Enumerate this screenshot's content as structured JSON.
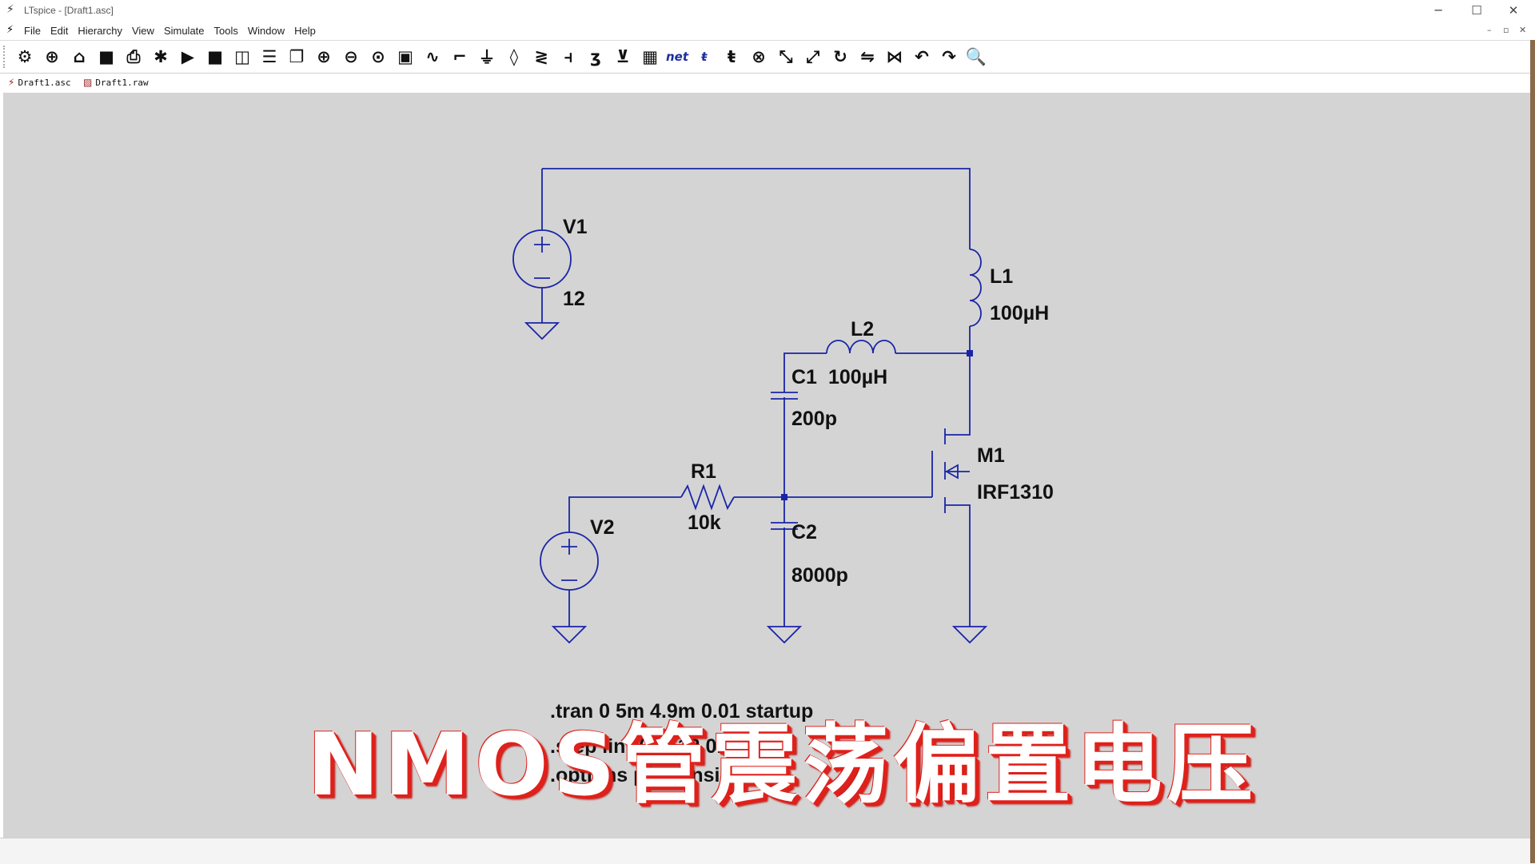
{
  "window": {
    "title": "LTspice - [Draft1.asc]",
    "app_icon": "ltspice-logo-icon",
    "controls": [
      "─",
      "☐",
      "✕"
    ]
  },
  "menubar": {
    "items": [
      "File",
      "Edit",
      "Hierarchy",
      "View",
      "Simulate",
      "Tools",
      "Window",
      "Help"
    ],
    "mdi_controls": [
      "–",
      "▫",
      "✕"
    ]
  },
  "toolbar": {
    "buttons": [
      {
        "name": "settings",
        "icon": "gear-icon",
        "glyph": "⚙"
      },
      {
        "name": "new-schematic",
        "icon": "new-schematic-icon",
        "glyph": "⊕"
      },
      {
        "name": "open",
        "icon": "folder-open-icon",
        "glyph": "⌂"
      },
      {
        "name": "save",
        "icon": "save-icon",
        "glyph": "■"
      },
      {
        "name": "print",
        "icon": "printer-icon",
        "glyph": "⎙"
      },
      {
        "name": "control-panel",
        "icon": "chip-icon",
        "glyph": "✱"
      },
      {
        "name": "run",
        "icon": "play-icon",
        "glyph": "▶"
      },
      {
        "name": "halt",
        "icon": "stop-icon",
        "glyph": "■"
      },
      {
        "name": "tile-vertical",
        "icon": "tile-vertical-icon",
        "glyph": "◫"
      },
      {
        "name": "tile-horizontal",
        "icon": "tile-horizontal-icon",
        "glyph": "☰"
      },
      {
        "name": "cascade",
        "icon": "cascade-icon",
        "glyph": "❐"
      },
      {
        "name": "zoom-in",
        "icon": "zoom-in-icon",
        "glyph": "⊕"
      },
      {
        "name": "zoom-out",
        "icon": "zoom-out-icon",
        "glyph": "⊖"
      },
      {
        "name": "zoom-fit",
        "icon": "zoom-fit-icon",
        "glyph": "⊙"
      },
      {
        "name": "zoom-area",
        "icon": "zoom-area-icon",
        "glyph": "▣"
      },
      {
        "name": "waveform",
        "icon": "waveform-icon",
        "glyph": "∿"
      },
      {
        "name": "draw-wire",
        "icon": "wire-icon",
        "glyph": "⌐"
      },
      {
        "name": "ground",
        "icon": "ground-icon",
        "glyph": "⏚"
      },
      {
        "name": "label-net",
        "icon": "label-net-icon",
        "glyph": "◊"
      },
      {
        "name": "resistor",
        "icon": "resistor-icon",
        "glyph": "≷"
      },
      {
        "name": "capacitor",
        "icon": "capacitor-icon",
        "glyph": "⫞"
      },
      {
        "name": "inductor",
        "icon": "inductor-icon",
        "glyph": "ʒ"
      },
      {
        "name": "diode",
        "icon": "diode-icon",
        "glyph": "⊻"
      },
      {
        "name": "component",
        "icon": "component-icon",
        "glyph": "▦"
      },
      {
        "name": "spice-directive",
        "icon": "net-text-icon",
        "glyph": "net",
        "text": true
      },
      {
        "name": "move",
        "icon": "move-icon",
        "glyph": "ŧ",
        "text": true
      },
      {
        "name": "drag",
        "icon": "drag-icon",
        "glyph": "ŧ"
      },
      {
        "name": "delete",
        "icon": "delete-icon",
        "glyph": "⊗"
      },
      {
        "name": "copy",
        "icon": "copy-icon",
        "glyph": "⤡"
      },
      {
        "name": "paste",
        "icon": "paste-icon",
        "glyph": "⤢"
      },
      {
        "name": "rotate",
        "icon": "rotate-icon",
        "glyph": "↻"
      },
      {
        "name": "mirror",
        "icon": "mirror-icon",
        "glyph": "⇋"
      },
      {
        "name": "flip",
        "icon": "flip-icon",
        "glyph": "⋈"
      },
      {
        "name": "undo",
        "icon": "undo-icon",
        "glyph": "↶"
      },
      {
        "name": "redo",
        "icon": "redo-icon",
        "glyph": "↷"
      },
      {
        "name": "find",
        "icon": "magnifier-icon",
        "glyph": "🔍"
      }
    ]
  },
  "tabs": [
    {
      "label": "Draft1.asc",
      "icon": "schematic-tab-icon",
      "glyph": "⚡"
    },
    {
      "label": "Draft1.raw",
      "icon": "waveform-tab-icon",
      "glyph": "▨"
    }
  ],
  "schematic": {
    "components": {
      "V1": {
        "name": "V1",
        "value": "12"
      },
      "V2": {
        "name": "V2",
        "value": ""
      },
      "L1": {
        "name": "L1",
        "value": "100µH"
      },
      "L2": {
        "name": "L2",
        "value": "100µH"
      },
      "C1": {
        "name": "C1",
        "value": "200p"
      },
      "C2": {
        "name": "C2",
        "value": "8000p"
      },
      "R1": {
        "name": "R1",
        "value": "10k"
      },
      "M1": {
        "name": "M1",
        "value": "IRF1310"
      }
    },
    "directives": [
      ".tran 0 5m 4.9m 0.01 startup",
      ".step lin V2 3 12 0.1",
      ".options plotwinsize=0"
    ],
    "colors": {
      "wire": "#1a24a8",
      "junction": "#1a24a8",
      "canvas": "#d4d4d4"
    }
  },
  "overlay": {
    "caption": "NMOS管震荡偏置电压",
    "color": "#e0201a"
  }
}
